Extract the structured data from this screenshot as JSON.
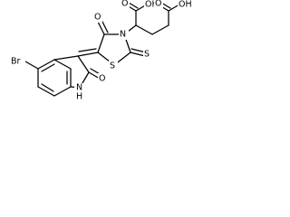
{
  "structure": {
    "atoms": {
      "br": "Br",
      "ring_nh": "H",
      "ring_n": "N",
      "lactam_o": "O",
      "keto_o": "O",
      "thio_s": "S",
      "ring_s": "S",
      "ring_n3": "N",
      "acid1_oh": "OH",
      "acid1_o": "O",
      "acid2_oh": "OH",
      "acid2_o": "O"
    }
  }
}
